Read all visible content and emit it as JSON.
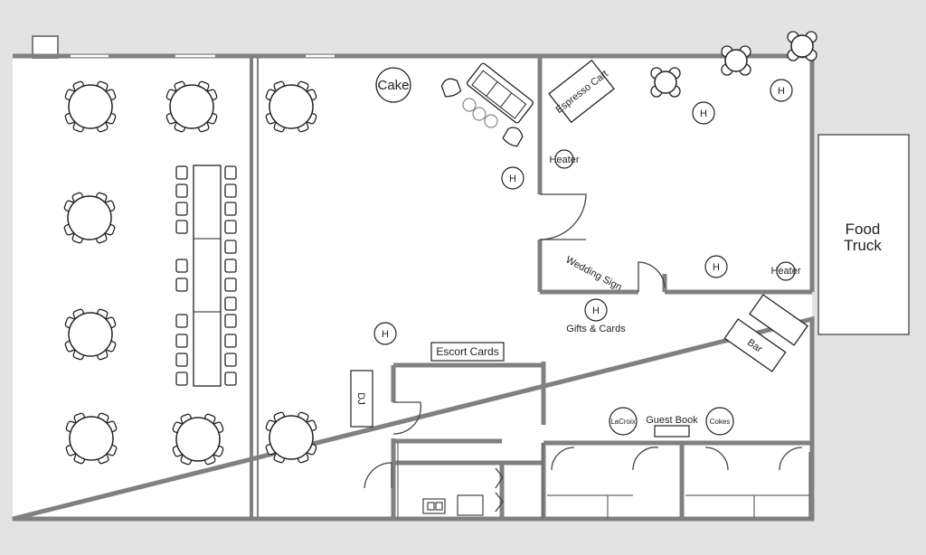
{
  "labels": {
    "cake": "Cake",
    "espresso_cart": "Espresso Cart",
    "heater": "Heater",
    "heater_2": "Heater",
    "heater_symbol": "H",
    "wedding_sign": "Wedding Sign",
    "food_truck_line1": "Food",
    "food_truck_line2": "Truck",
    "gifts_cards": "Gifts & Cards",
    "bar": "Bar",
    "escort_cards": "Escort Cards",
    "dj": "DJ",
    "lacroix": "LaCroix",
    "guest_book": "Guest Book",
    "cokes": "Cokes"
  },
  "colors": {
    "background": "#e3e3e3",
    "floor": "#ffffff",
    "wall": "#808080",
    "line": "#222222"
  }
}
